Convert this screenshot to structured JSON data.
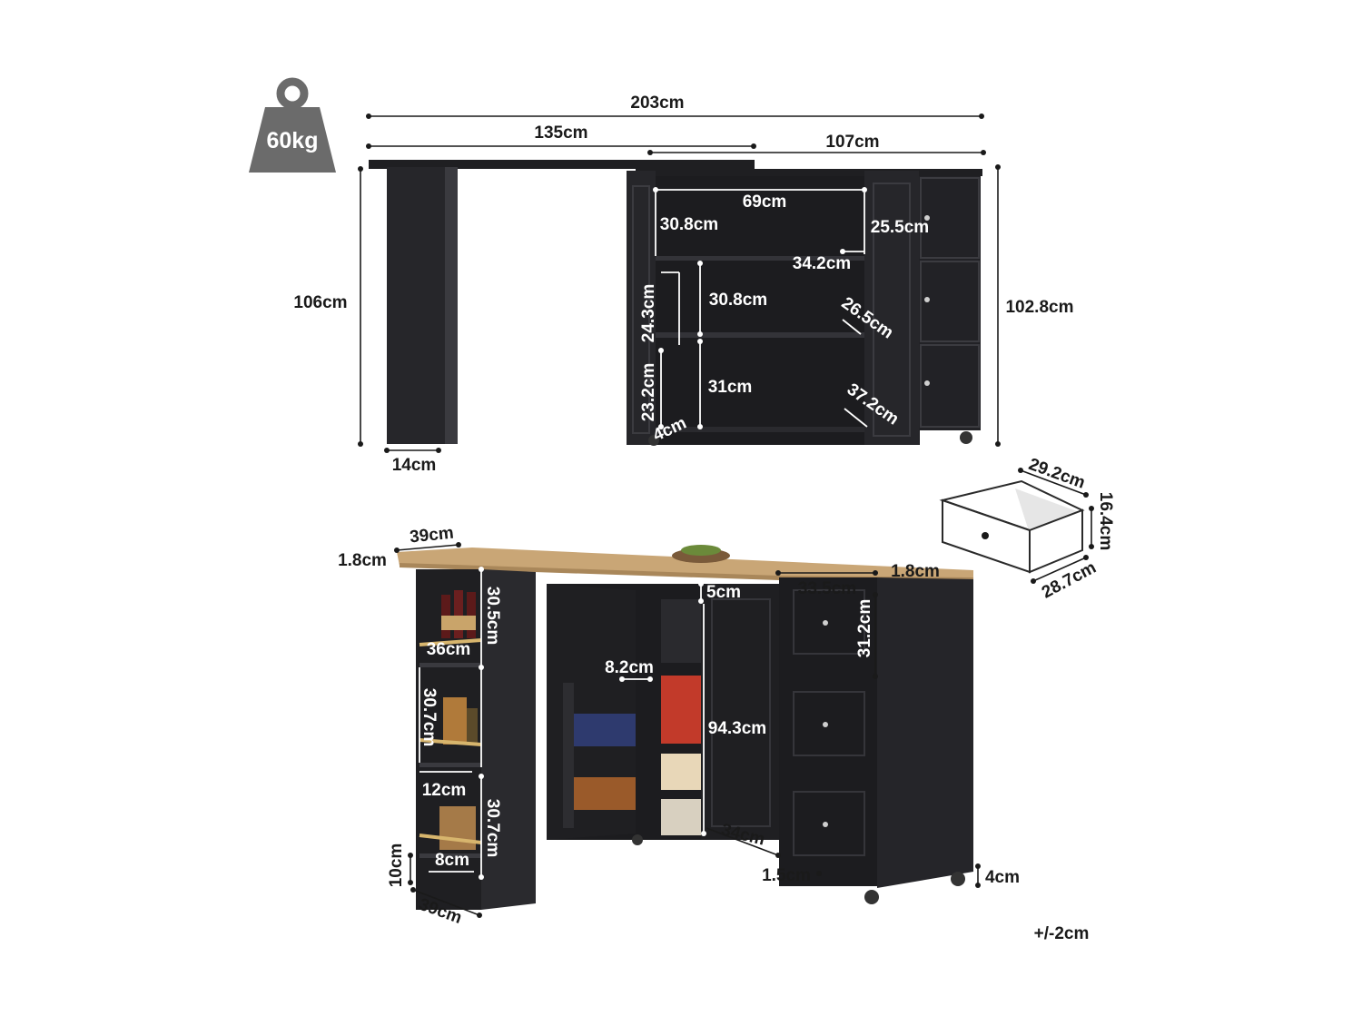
{
  "colors": {
    "cabinet": "#1f1f22",
    "cabinet_edge": "#2e2e32",
    "wood": "#c9a676",
    "weight_badge": "#6b6b6b",
    "line": "#1a1a1a"
  },
  "weight": {
    "icon": "weight-icon",
    "label": "60kg"
  },
  "top_view": {
    "total_width": "203cm",
    "desk_width": "135cm",
    "cabinet_width": "107cm",
    "height_left": "106cm",
    "height_right": "102.8cm",
    "leg_width": "14cm",
    "shelf_width": "69cm",
    "door_shelf_top": "30.8cm",
    "right_door_top": "25.5cm",
    "shelf_depth": "34.2cm",
    "mid_shelf": "30.8cm",
    "left_door_upper": "24.3cm",
    "right_door_mid": "26.5cm",
    "bottom_shelf": "31cm",
    "left_door_lower": "23.2cm",
    "right_door_lower": "37.2cm",
    "hidden_label": "4cm"
  },
  "drawer": {
    "width": "29.2cm",
    "height": "16.4cm",
    "depth": "28.7cm"
  },
  "bottom_view": {
    "side_depth_top": "39cm",
    "top_thickness_left": "1.8cm",
    "top_thickness_right": "1.8cm",
    "side_shelf_height_1": "30.5cm",
    "side_shelf_width": "36cm",
    "side_shelf_height_2": "30.7cm",
    "side_inner_width": "12cm",
    "side_shelf_height_3": "30.7cm",
    "side_bottom_width": "8cm",
    "base_height": "10cm",
    "side_depth_bottom": "39cm",
    "door_gap": "5cm",
    "drawer_width": "33.5cm",
    "drawer_height": "31.2cm",
    "door_shelf_depth": "8.2cm",
    "cabinet_inner_height": "94.3cm",
    "cabinet_depth": "34cm",
    "back_thickness": "1.5cm",
    "wheel_height": "4cm"
  },
  "tolerance": "+/-2cm"
}
